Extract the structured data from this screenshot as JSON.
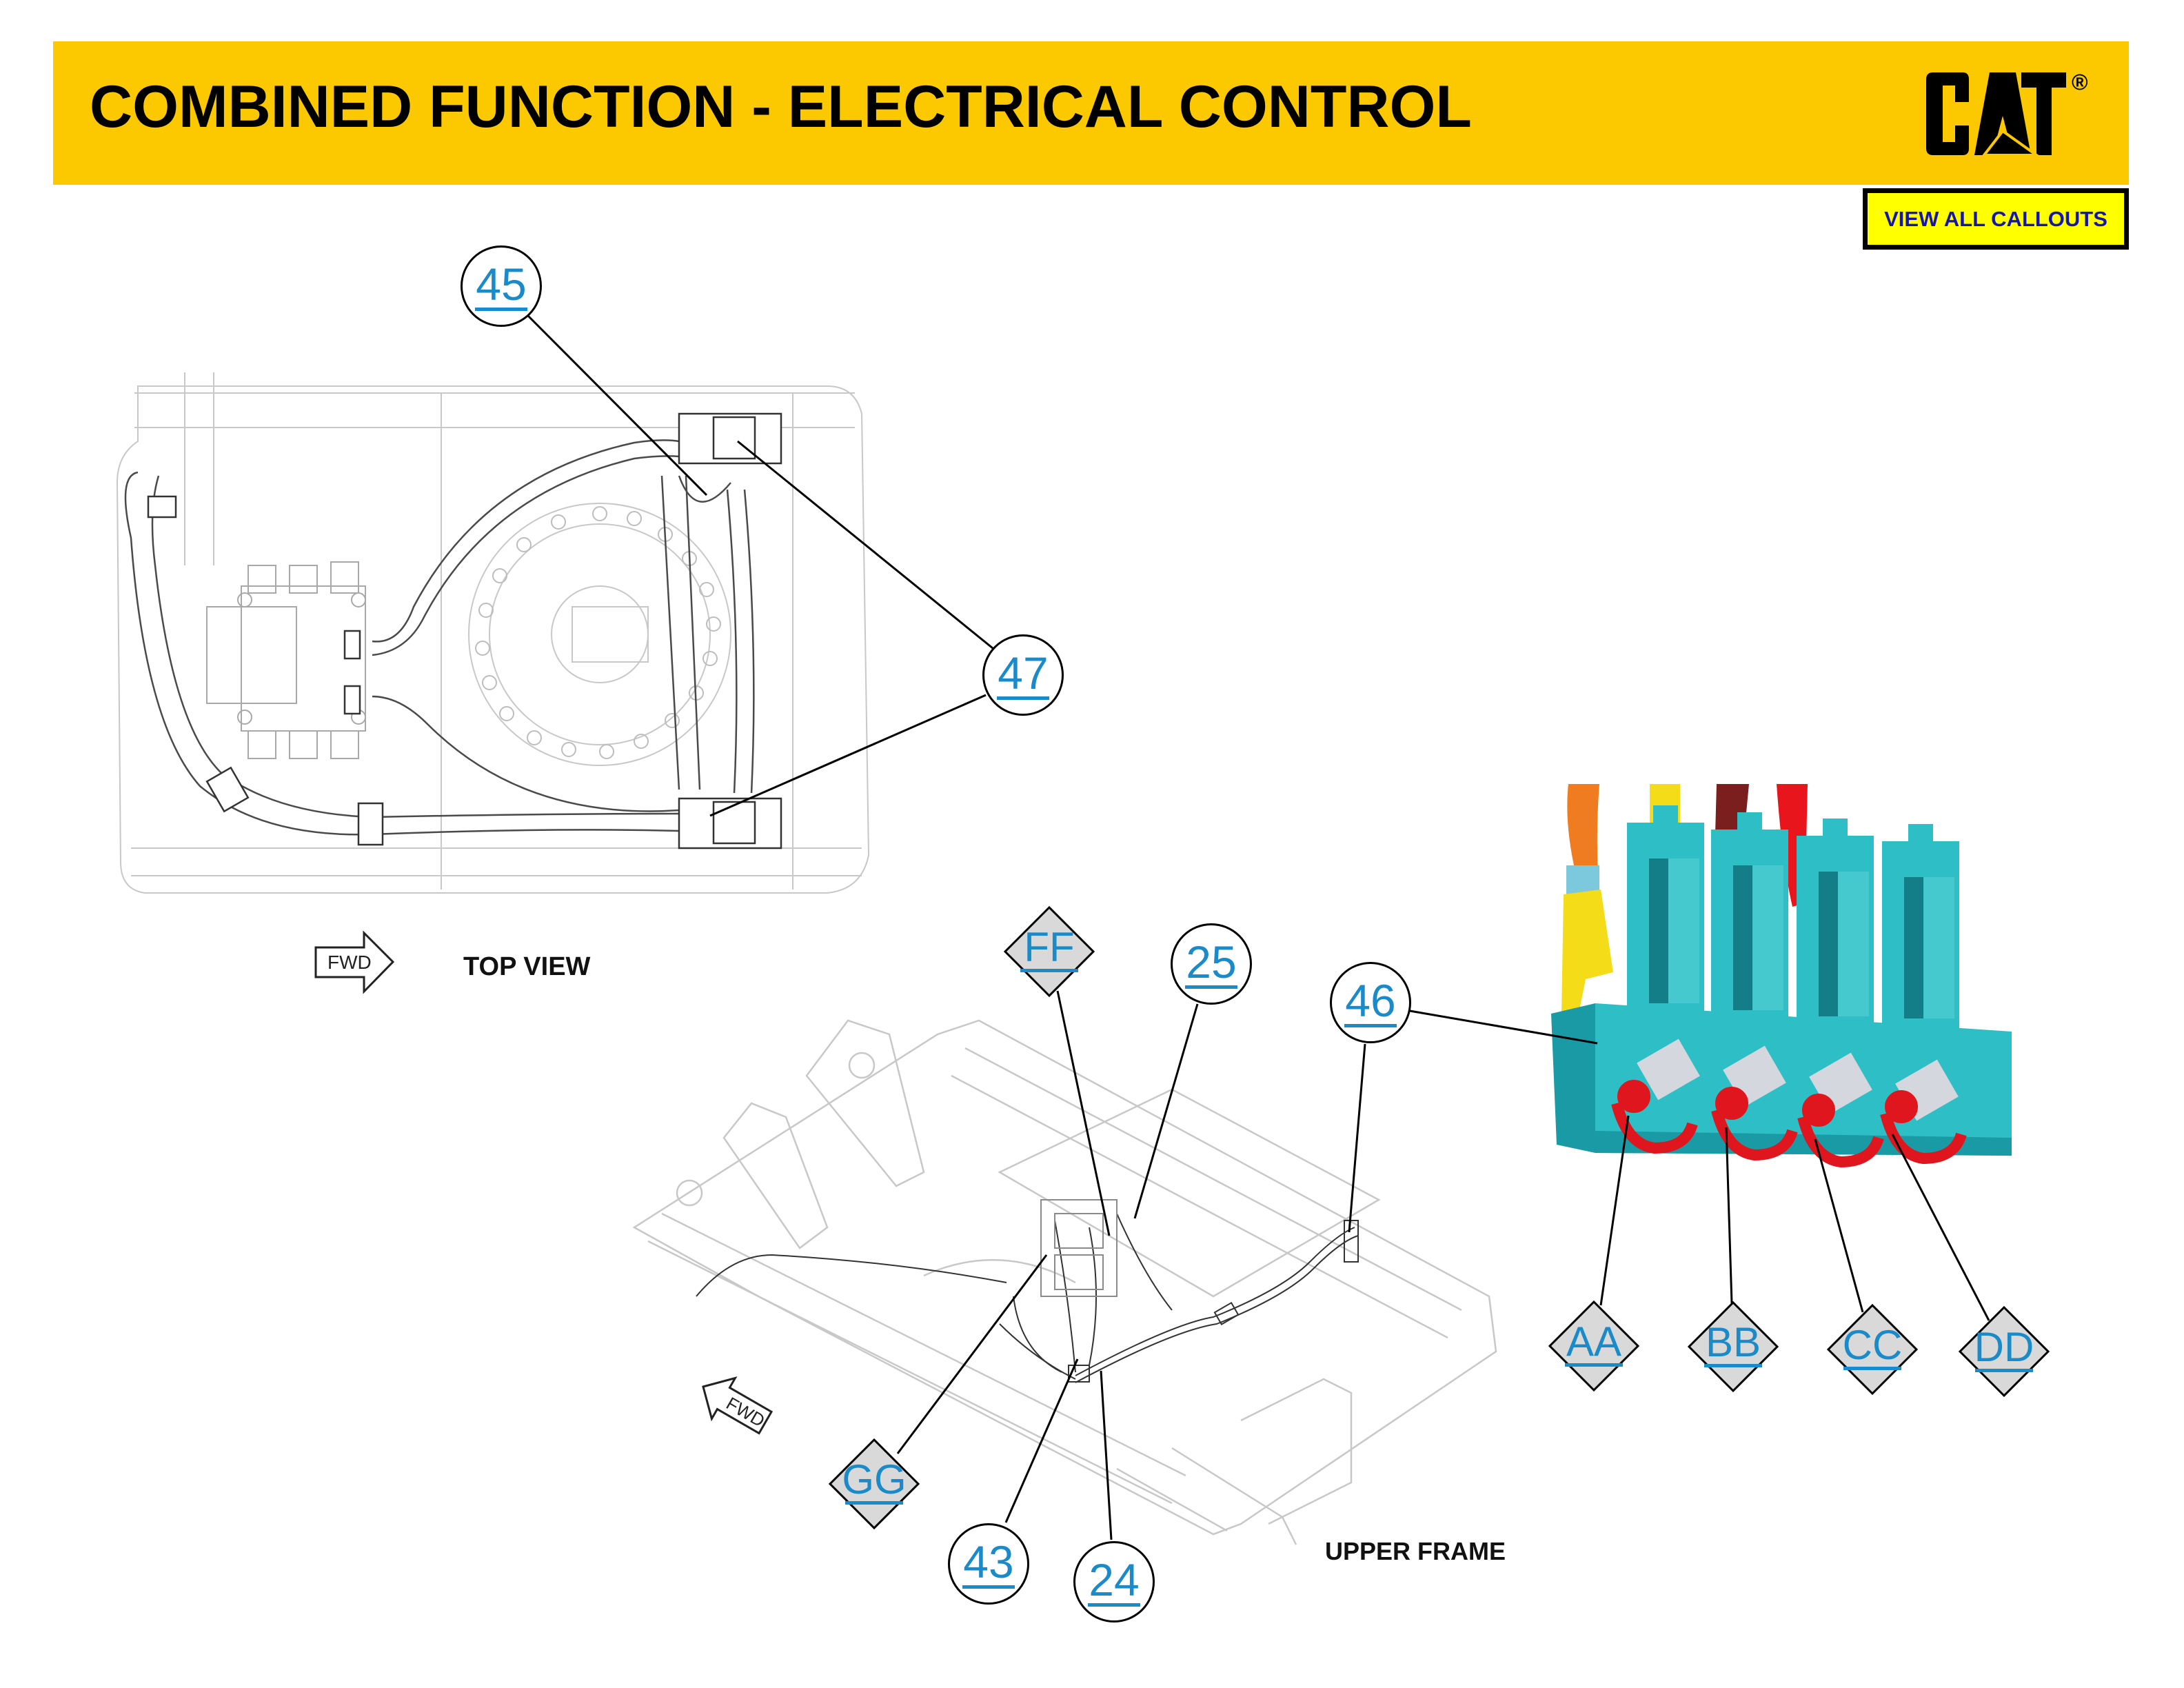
{
  "header": {
    "title": "COMBINED FUNCTION - ELECTRICAL CONTROL",
    "logo_text": "CAT",
    "logo_mark": "®",
    "brand_color": "#fcc800"
  },
  "toolbar": {
    "view_all_callouts_label": "VIEW ALL CALLOUTS"
  },
  "views": {
    "top_view": {
      "label": "TOP VIEW",
      "fwd_label": "FWD"
    },
    "upper_frame": {
      "label": "UPPER FRAME",
      "fwd_label": "FWD"
    }
  },
  "callouts": {
    "circles": [
      {
        "id": "45",
        "label": "45"
      },
      {
        "id": "47",
        "label": "47"
      },
      {
        "id": "25",
        "label": "25"
      },
      {
        "id": "46",
        "label": "46"
      },
      {
        "id": "43",
        "label": "43"
      },
      {
        "id": "24",
        "label": "24"
      }
    ],
    "diamonds": [
      {
        "id": "FF",
        "label": "FF"
      },
      {
        "id": "GG",
        "label": "GG"
      },
      {
        "id": "AA",
        "label": "AA"
      },
      {
        "id": "BB",
        "label": "BB"
      },
      {
        "id": "CC",
        "label": "CC"
      },
      {
        "id": "DD",
        "label": "DD"
      }
    ],
    "text_color": "#1a8ac9",
    "diamond_fill": "#d9d9d9"
  },
  "valve_colors": {
    "body": "#2ebfc6",
    "body_dark": "#1a9aa4",
    "body_light": "#5ad0d6",
    "caps": "#e0161e",
    "fittings": "#d4d8de",
    "hose_orange": "#f07c22",
    "hose_yellow": "#f5dc18",
    "hose_brown": "#7a1e1e",
    "hose_red": "#e8161c"
  }
}
